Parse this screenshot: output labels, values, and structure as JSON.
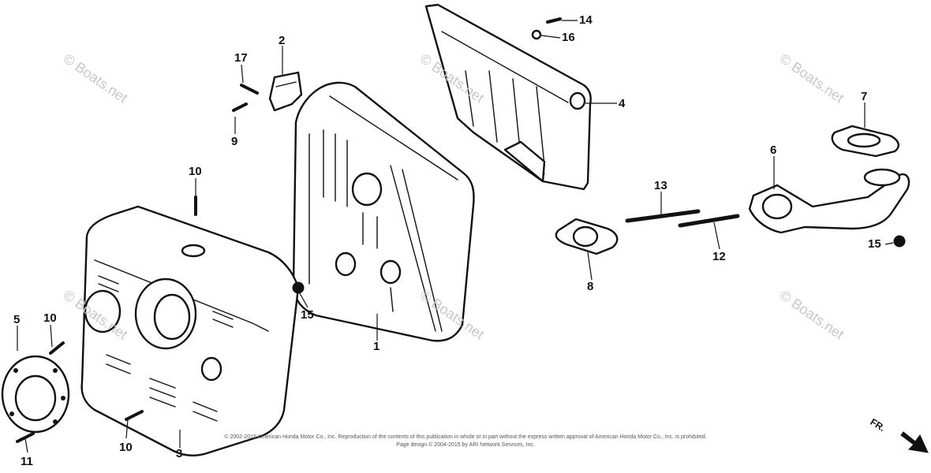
{
  "diagram": {
    "callouts": [
      {
        "id": "c1",
        "label": "1"
      },
      {
        "id": "c2",
        "label": "2"
      },
      {
        "id": "c3",
        "label": "3"
      },
      {
        "id": "c4",
        "label": "4"
      },
      {
        "id": "c5",
        "label": "5"
      },
      {
        "id": "c6",
        "label": "6"
      },
      {
        "id": "c7",
        "label": "7"
      },
      {
        "id": "c8",
        "label": "8"
      },
      {
        "id": "c9",
        "label": "9"
      },
      {
        "id": "c10a",
        "label": "10"
      },
      {
        "id": "c10b",
        "label": "10"
      },
      {
        "id": "c10c",
        "label": "10"
      },
      {
        "id": "c11",
        "label": "11"
      },
      {
        "id": "c12",
        "label": "12"
      },
      {
        "id": "c13",
        "label": "13"
      },
      {
        "id": "c14",
        "label": "14"
      },
      {
        "id": "c15a",
        "label": "15"
      },
      {
        "id": "c15b",
        "label": "15"
      },
      {
        "id": "c16",
        "label": "16"
      },
      {
        "id": "c17",
        "label": "17"
      }
    ],
    "direction_label": "FR.",
    "watermark": "© Boats.net",
    "footer_line1": "© 2002-2015 American Honda Motor Co., Inc. Reproduction of the contents of this publication in whole or in part without the express written approval of American Honda Motor Co., Inc. is prohibited.",
    "footer_line2": "Page design © 2004-2015 by ARI Network Services, Inc."
  },
  "colors": {
    "ink": "#111111",
    "watermark": "#c8c8c8",
    "background": "#ffffff"
  }
}
